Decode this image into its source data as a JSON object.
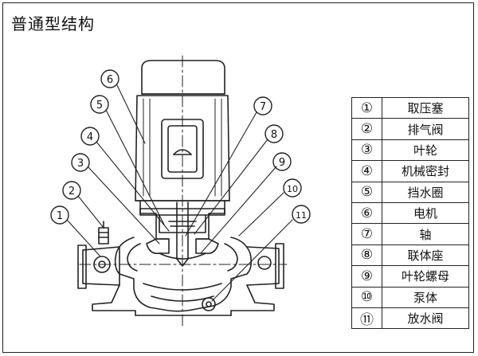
{
  "title": "普通型结构",
  "callouts": [
    "6",
    "5",
    "4",
    "3",
    "2",
    "1",
    "7",
    "8",
    "9",
    "10",
    "11"
  ],
  "legend": {
    "items": [
      {
        "num": "①",
        "name": "取压塞"
      },
      {
        "num": "②",
        "name": "排气阀"
      },
      {
        "num": "③",
        "name": "叶轮"
      },
      {
        "num": "④",
        "name": "机械密封"
      },
      {
        "num": "⑤",
        "name": "挡水圈"
      },
      {
        "num": "⑥",
        "name": "电机"
      },
      {
        "num": "⑦",
        "name": "轴"
      },
      {
        "num": "⑧",
        "name": "联体座"
      },
      {
        "num": "⑨",
        "name": "叶轮螺母"
      },
      {
        "num": "⑩",
        "name": "泵体"
      },
      {
        "num": "⑪",
        "name": "放水阀"
      }
    ]
  }
}
